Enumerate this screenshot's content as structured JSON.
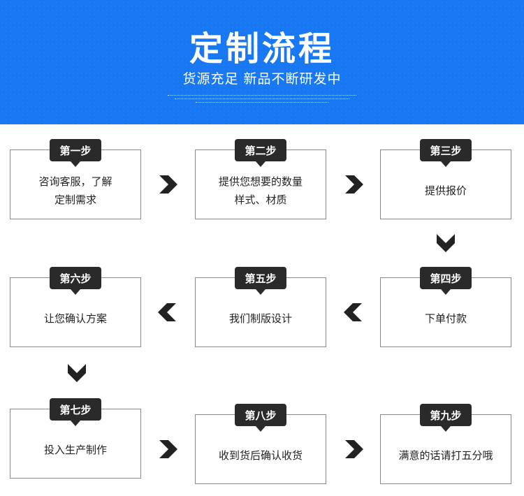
{
  "header": {
    "title": "定制流程",
    "subtitle": "货源充足 新品不断研发中"
  },
  "steps": [
    {
      "label": "第一步",
      "text": "咨询客服，了解\n定制需求"
    },
    {
      "label": "第二步",
      "text": "提供您想要的数量\n样式、材质"
    },
    {
      "label": "第三步",
      "text": "提供报价"
    },
    {
      "label": "第四步",
      "text": "下单付款"
    },
    {
      "label": "第五步",
      "text": "我们制版设计"
    },
    {
      "label": "第六步",
      "text": "让您确认方案"
    },
    {
      "label": "第七步",
      "text": "投入生产制作"
    },
    {
      "label": "第八步",
      "text": "收到货后确认收货"
    },
    {
      "label": "第九步",
      "text": "满意的话请打五分哦"
    }
  ],
  "arrow_color": "#222222",
  "banner_color": "#1877f2"
}
